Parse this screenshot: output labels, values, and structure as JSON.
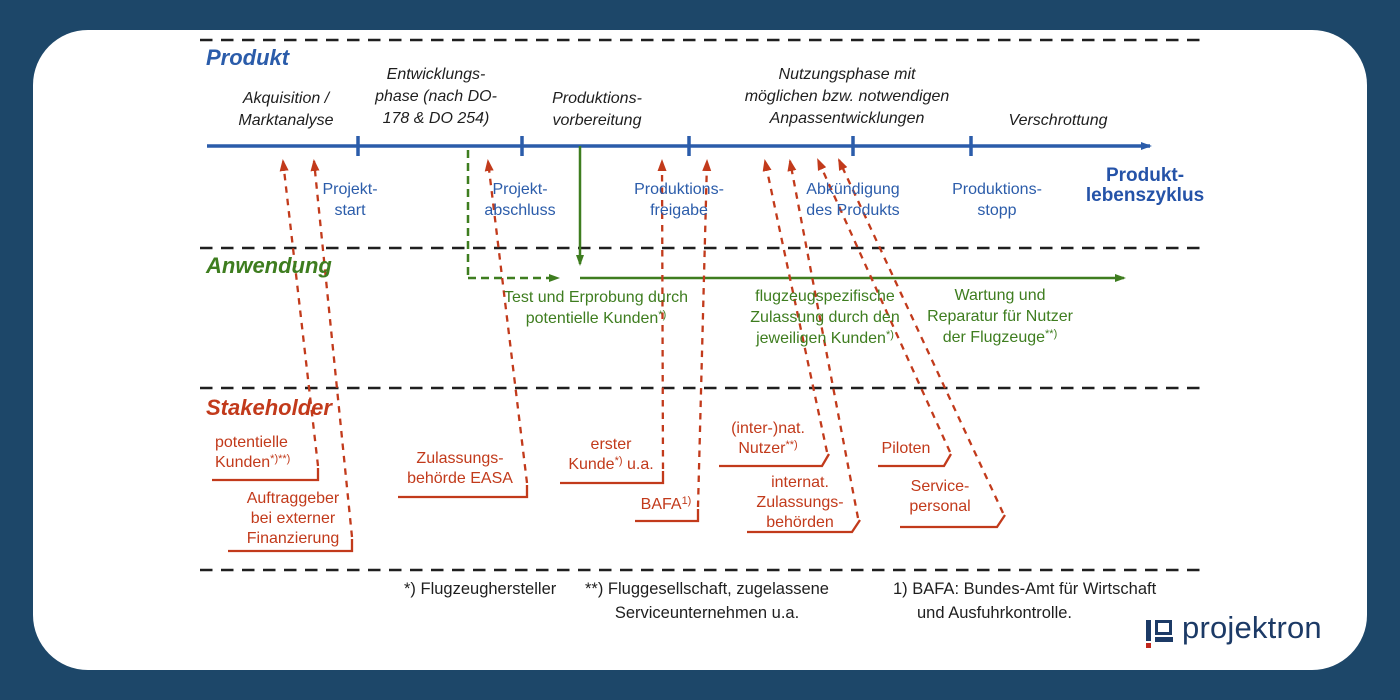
{
  "colors": {
    "frame_navy": "#1d4769",
    "timeline_blue": "#2b5caa",
    "axis_blue": "#2553a8",
    "green": "#3e7d1f",
    "red": "#c23a1b",
    "black": "#1e1e1e",
    "logo_navy": "#1c3a66",
    "logo_red": "#c1271d"
  },
  "produkt": {
    "title": "Produkt",
    "phases": [
      {
        "label": "Akquisition /\nMarktanalyse"
      },
      {
        "label": "Entwicklungs-\nphase (nach DO-\n178 & DO 254)"
      },
      {
        "label": "Produktions-\nvorbereitung"
      },
      {
        "label": "Nutzungsphase mit\nmöglichen bzw. notwendigen\nAnpassentwicklungen"
      },
      {
        "label": "Verschrottung"
      }
    ],
    "milestones": [
      {
        "label": "Projekt-\nstart"
      },
      {
        "label": "Projekt-\nabschluss"
      },
      {
        "label": "Produktions-\nfreigabe"
      },
      {
        "label": "Abkündigung\ndes Produkts"
      },
      {
        "label": "Produktions-\nstopp"
      }
    ],
    "axis_label": "Produkt-\nlebenszyklus"
  },
  "anwendung": {
    "title": "Anwendung",
    "activities": [
      {
        "lines": [
          {
            "t": "Test und Erprobung durch"
          },
          {
            "t": "potentielle Kunden",
            "sup": "*)"
          }
        ]
      },
      {
        "lines": [
          {
            "t": "flugzeugspezifische"
          },
          {
            "t": "Zulassung durch den"
          },
          {
            "t": "jeweiligen Kunden",
            "sup": "*)"
          }
        ]
      },
      {
        "lines": [
          {
            "t": "Wartung und"
          },
          {
            "t": "Reparatur für Nutzer"
          },
          {
            "t": "der Flugzeuge",
            "sup": "**)"
          }
        ]
      }
    ]
  },
  "stakeholder": {
    "title": "Stakeholder",
    "items": [
      {
        "lines": [
          {
            "t": "potentielle"
          },
          {
            "t": "Kunden",
            "sup": "*)**)"
          }
        ]
      },
      {
        "lines": [
          {
            "t": "Auftraggeber"
          },
          {
            "t": "bei externer"
          },
          {
            "t": "Finanzierung"
          }
        ]
      },
      {
        "lines": [
          {
            "t": "Zulassungs-"
          },
          {
            "t": "behörde EASA"
          }
        ]
      },
      {
        "lines": [
          {
            "t": "erster"
          },
          {
            "t": "Kunde",
            "sup": "*)",
            "tail": " u.a."
          }
        ]
      },
      {
        "lines": [
          {
            "t": "BAFA",
            "sup": "1)"
          }
        ]
      },
      {
        "lines": [
          {
            "t": "(inter-)nat."
          },
          {
            "t": "Nutzer",
            "sup": "**)"
          }
        ]
      },
      {
        "lines": [
          {
            "t": "internat."
          },
          {
            "t": "Zulassungs-"
          },
          {
            "t": "behörden"
          }
        ]
      },
      {
        "lines": [
          {
            "t": "Piloten"
          }
        ]
      },
      {
        "lines": [
          {
            "t": "Service-"
          },
          {
            "t": "personal"
          }
        ]
      }
    ]
  },
  "footnotes": {
    "f1": "*) Flugzeughersteller",
    "f2": "**) Fluggesellschaft, zugelassene\nServiceunternehmen u.a.",
    "f3_line1": "1) BAFA: Bundes-Amt für Wirtschaft",
    "f3_line2": "und Ausfuhrkontrolle."
  },
  "logo": {
    "name": "projektron"
  }
}
